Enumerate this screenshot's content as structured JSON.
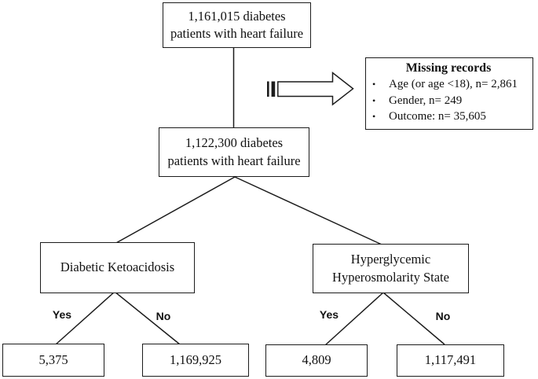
{
  "diagram": {
    "type": "patient-flowchart",
    "nodes": {
      "total": {
        "text": "1,161,015 diabetes\npatients with heart failure"
      },
      "included": {
        "text": "1,122,300 diabetes\npatients with heart failure"
      },
      "dka": {
        "text": "Diabetic Ketoacidosis"
      },
      "hhs": {
        "text": "Hyperglycemic\nHyperosmolarity State"
      }
    },
    "missing_box": {
      "title": "Missing records",
      "bullet": "•",
      "items": [
        "Age (or age <18), n= 2,861",
        "Gender, n= 249",
        "Outcome: n= 35,605"
      ]
    },
    "branches": {
      "dka": {
        "yes_label": "Yes",
        "no_label": "No",
        "yes_value": "5,375",
        "no_value": "1,169,925"
      },
      "hhs": {
        "yes_label": "Yes",
        "no_label": "No",
        "yes_value": "4,809",
        "no_value": "1,117,491"
      }
    },
    "colors": {
      "line": "#1c1c1c",
      "background": "#ffffff",
      "text": "#111111"
    }
  }
}
